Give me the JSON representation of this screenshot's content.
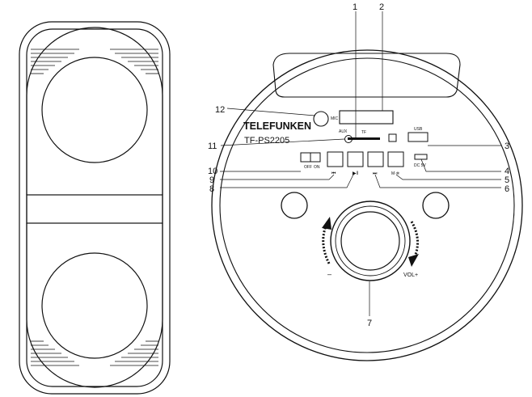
{
  "brand": "TELEFUNKEN",
  "model": "TF-PS2205",
  "panel_labels": {
    "mic": "MIC",
    "aux": "AUX",
    "tf": "TF",
    "usb": "USB",
    "dc": "DC 5V",
    "off": "OFF",
    "on": "ON",
    "prev": "⏮",
    "play_pause": "▶‖",
    "next": "⏭",
    "mode": "M·✲",
    "vol_minus": "–",
    "vol_plus": "VOL+"
  },
  "callouts": {
    "n1": "1",
    "n2": "2",
    "n3": "3",
    "n4": "4",
    "n5": "5",
    "n6": "6",
    "n7": "7",
    "n8": "8",
    "n9": "9",
    "n10": "10",
    "n11": "11",
    "n12": "12"
  }
}
